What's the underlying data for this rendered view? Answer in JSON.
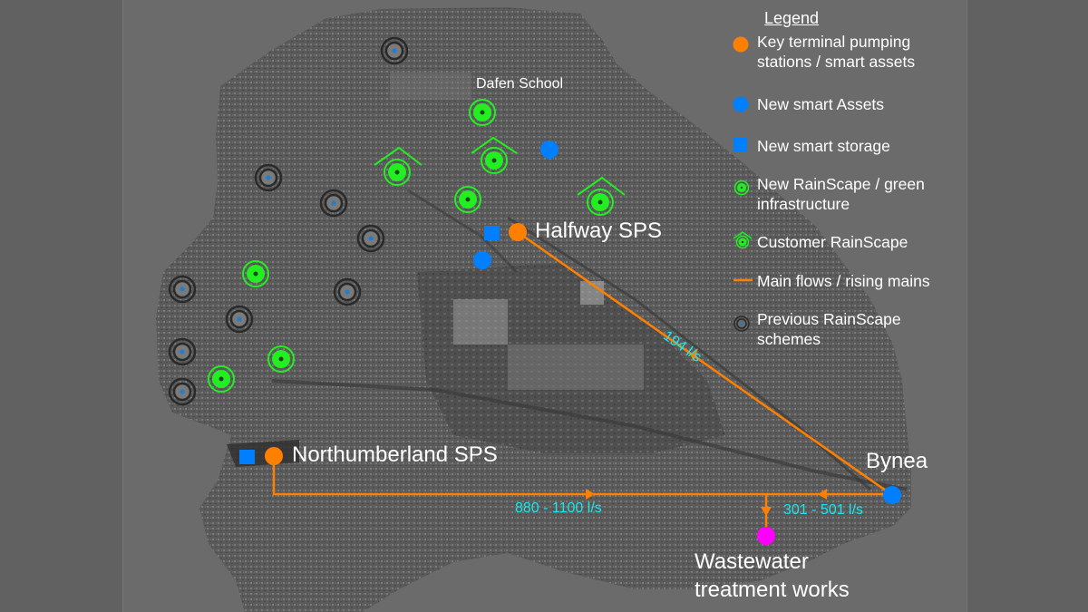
{
  "legend": {
    "title": "Legend",
    "items": [
      {
        "label": "Key terminal pumping stations / smart assets",
        "symbol": "orange-circle",
        "color": "#ff8000"
      },
      {
        "label": "New smart Assets",
        "symbol": "blue-circle",
        "color": "#0080ff"
      },
      {
        "label": "New smart storage",
        "symbol": "blue-square",
        "color": "#0080ff"
      },
      {
        "label": "New RainScape / green infrastructure",
        "symbol": "green-target",
        "color": "#22ee22"
      },
      {
        "label": "Customer RainScape",
        "symbol": "green-target-roof",
        "color": "#22ee22"
      },
      {
        "label": "Main flows / rising mains",
        "symbol": "orange-line",
        "color": "#ff8000"
      },
      {
        "label": "Previous RainScape schemes",
        "symbol": "gray-double-ring",
        "color": "#2a2a2a"
      }
    ]
  },
  "places": {
    "dafen_school": "Dafen School",
    "halfway_sps": "Halfway SPS",
    "northumberland_sps": "Northumberland SPS",
    "bynea": "Bynea",
    "wwtw_line1": "Wastewater",
    "wwtw_line2": "treatment works"
  },
  "flows": {
    "halfway_to_bynea": "194 l/s",
    "northumberland_to_wwtw": "880 - 1100 l/s",
    "bynea_to_wwtw": "301 - 501 l/s"
  },
  "colors": {
    "orange": "#ff8000",
    "blue": "#0080ff",
    "green": "#22ee22",
    "magenta": "#ff00ff",
    "cyan": "#19e6f0",
    "background": "#616161"
  }
}
